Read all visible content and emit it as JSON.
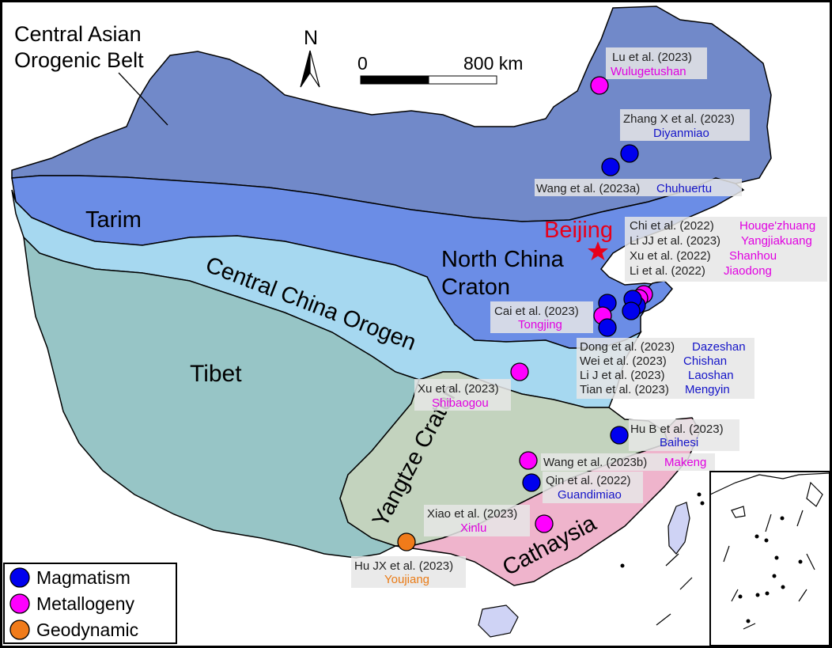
{
  "title": {
    "belt_line1": "Central Asian",
    "belt_line2": "Orogenic Belt"
  },
  "north_arrow": {
    "label": "N",
    "icon": "north-arrow-icon"
  },
  "scale_bar": {
    "start": "0",
    "end": "800 km"
  },
  "regions": {
    "tarim": "Tarim",
    "tibet": "Tibet",
    "ncc_line1": "North China",
    "ncc_line2": "Craton",
    "cco": "Central China Orogen",
    "yangtze": "Yangtze Craton",
    "cathaysia": "Cathaysia"
  },
  "capital": {
    "name": "Beijing",
    "icon": "star-icon"
  },
  "colors": {
    "caob": "#7189c9",
    "ncc": "#6b8de6",
    "cco": "#a6d8f0",
    "tibet": "#97c5c6",
    "yangtze": "#c3d3be",
    "cathaysia": "#efb4cc",
    "magmatism": "#0000ee",
    "metallogeny": "#ff00ff",
    "geodynamic": "#f07b1a",
    "beijing": "#e8001a",
    "sites_blue_text": "#1414c8",
    "sites_magenta_text": "#e000e0",
    "sites_orange_text": "#ea7b16"
  },
  "references": {
    "lu": {
      "author": "Lu et al. (2023)",
      "site": "Wulugetushan"
    },
    "zhangx": {
      "author": "Zhang X et al. (2023)",
      "site": "Diyanmiao"
    },
    "wang2023a": {
      "author": "Wang et al. (2023a)",
      "site": "Chuhuertu"
    },
    "chi": {
      "author": "Chi et al. (2022)",
      "site": "Houge'zhuang"
    },
    "lijj": {
      "author": "Li JJ et al. (2023)",
      "site": "Yangjiakuang"
    },
    "xu2022": {
      "author": "Xu et al. (2022)",
      "site": "Shanhou"
    },
    "li2022": {
      "author": "Li et al. (2022)",
      "site": "Jiaodong"
    },
    "cai": {
      "author": "Cai et al. (2023)",
      "site": "Tongjing"
    },
    "dong": {
      "author": "Dong et al. (2023)",
      "site": "Dazeshan"
    },
    "wei": {
      "author": "Wei et al. (2023)",
      "site": "Chishan"
    },
    "lij": {
      "author": "Li J et al. (2023)",
      "site": "Laoshan"
    },
    "tian": {
      "author": "Tian et al. (2023)",
      "site": "Mengyin"
    },
    "xu2023": {
      "author": "Xu et al. (2023)",
      "site": "Shibaogou"
    },
    "hub": {
      "author": "Hu B et al. (2023)",
      "site": "Baihesi"
    },
    "wang2023b": {
      "author": "Wang et al. (2023b)",
      "site": "Makeng"
    },
    "qin": {
      "author": "Qin et al. (2022)",
      "site": "Guandimiao"
    },
    "xiao": {
      "author": "Xiao et al. (2023)",
      "site": "Xinlu"
    },
    "hujx": {
      "author": "Hu JX et al. (2023)",
      "site": "Youjiang"
    }
  },
  "legend": {
    "magmatism": "Magmatism",
    "metallogeny": "Metallogeny",
    "geodynamic": "Geodynamic"
  }
}
